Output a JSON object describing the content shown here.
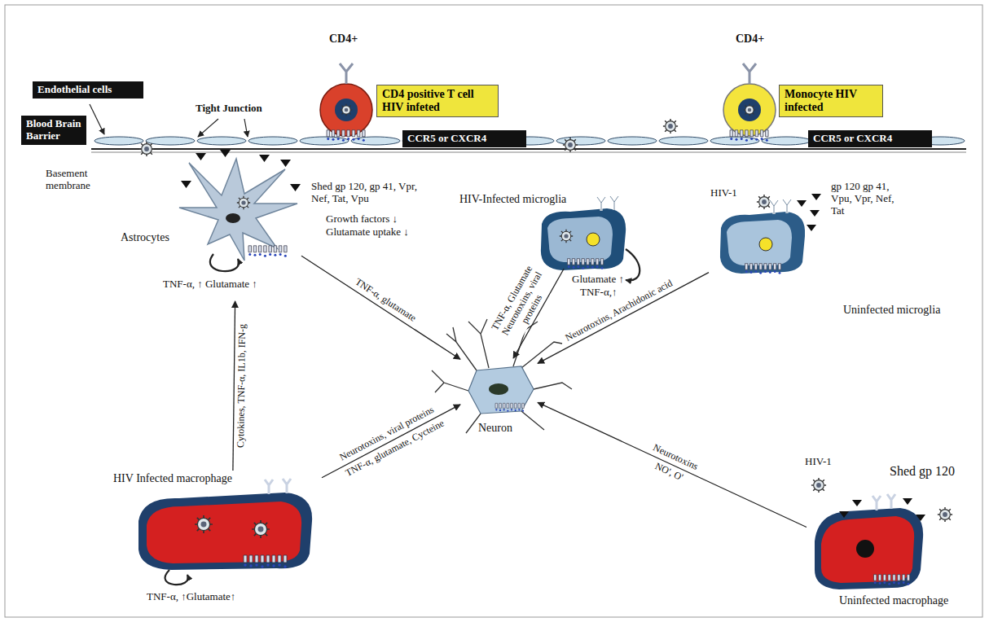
{
  "diagram": {
    "nodes": [
      {
        "text": [
          "Endothelial cells"
        ]
      },
      {
        "text": [
          "Blood Brain Barrier"
        ]
      },
      {
        "text": [
          "CD4 positive T cell HIV infeted"
        ]
      },
      {
        "text": [
          "CCR5 or CXCR4"
        ]
      },
      {
        "text": [
          "Monocyte HIV infected"
        ]
      },
      {
        "text": [
          "CCR5 or CXCR4"
        ]
      },
      {
        "text": [
          "Astrocytes"
        ]
      },
      {
        "text": [
          "HIV-Infected microglia"
        ]
      },
      {
        "text": [
          "Uninfected microglia"
        ]
      },
      {
        "text": [
          "Neuron"
        ]
      },
      {
        "text": [
          "HIV Infected macrophage"
        ]
      },
      {
        "text": [
          "Uninfected macrophage"
        ]
      }
    ],
    "edges": [
      {
        "from": 6,
        "to": 9,
        "arrow": "to",
        "label": "TNF-α, glutamate"
      },
      {
        "from": 7,
        "to": 9,
        "arrow": "to",
        "label": "TNF-α, Glutamate Neurotoxins, viral proteins"
      },
      {
        "from": 8,
        "to": 9,
        "arrow": "to",
        "label": "Neurotoxins, Arachidonic acid"
      },
      {
        "from": 10,
        "to": 9,
        "arrow": "to",
        "label": "Neurotoxins, viral proteins"
      },
      {
        "from": 11,
        "to": 9,
        "arrow": "to",
        "label": "Neurotoxins"
      },
      {
        "from": 10,
        "to": 6,
        "arrow": "to",
        "label": "Cytokines, TNF-α, IL1b, IFN-g"
      }
    ],
    "labels": [
      "CD4+",
      "CD4+",
      "Tight Junction",
      "Basement membrane",
      "Shed gp 120, gp 41, Vpr, Nef, Tat, Vpu",
      "Growth factors ↓",
      "Glutamate uptake ↓",
      "TNF-α, ↑ Glutamate ↑",
      "Glutamate ↑",
      "TNF-α,↑",
      "HIV-1",
      "gp 120 gp 41, Vpu, Vpr, Nef, Tat",
      "TNF-α, glutamate, Cycteine",
      "TNF-α, ↑Glutamate↑",
      "HIV-1",
      "Shed gp 120",
      "NO', O'"
    ]
  }
}
